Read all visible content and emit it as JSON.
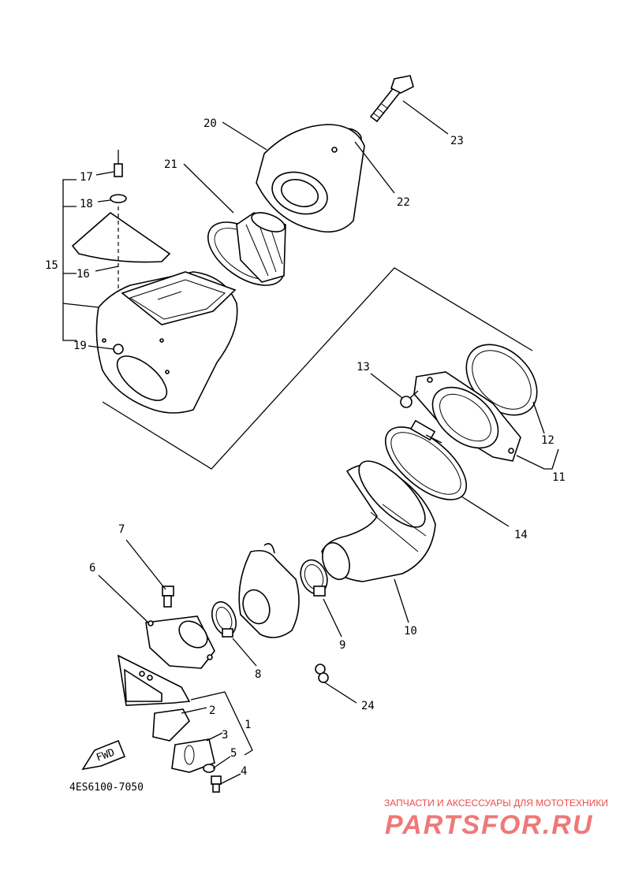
{
  "diagram_code": "4ES6100-7050",
  "fwd_label": "FWD",
  "callouts": [
    "1",
    "2",
    "3",
    "4",
    "5",
    "6",
    "7",
    "8",
    "9",
    "10",
    "11",
    "12",
    "13",
    "14",
    "15",
    "16",
    "17",
    "18",
    "19",
    "20",
    "21",
    "22",
    "23",
    "24"
  ],
  "watermark": {
    "caption": "ЗАПЧАСТИ И АКСЕССУАРЫ ДЛЯ МОТОТЕХНИКИ",
    "brand": "PARTSFOR.RU",
    "color": "#ef4a4a"
  }
}
